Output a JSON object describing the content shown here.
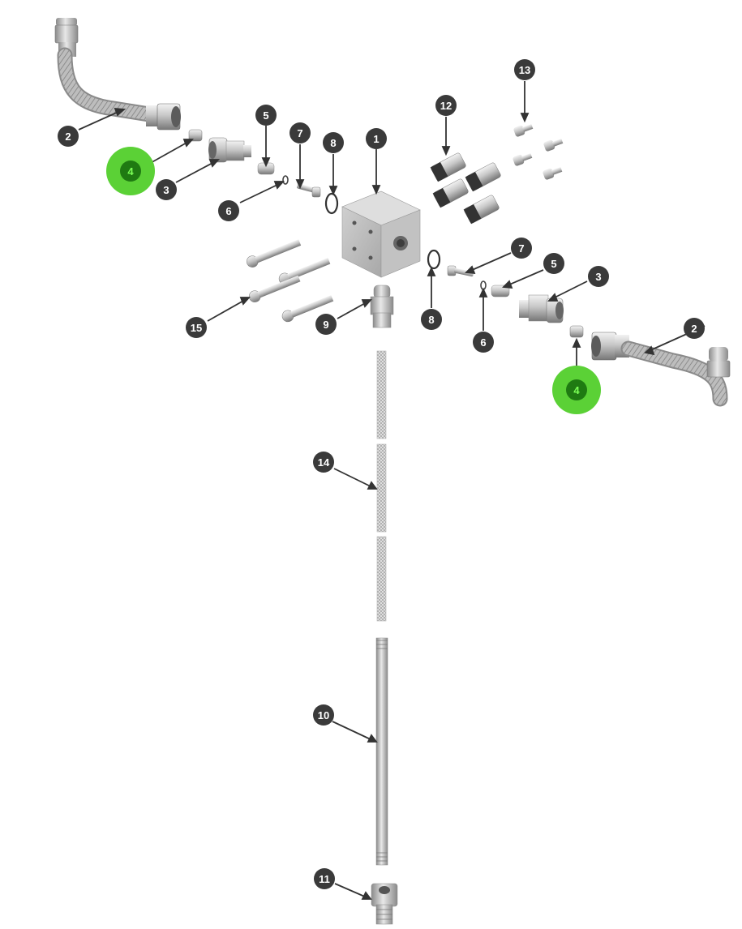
{
  "diagram": {
    "callouts": [
      {
        "id": "c1",
        "label": "1",
        "highlight": false
      },
      {
        "id": "c2a",
        "label": "2",
        "highlight": false
      },
      {
        "id": "c2b",
        "label": "2",
        "highlight": false
      },
      {
        "id": "c3a",
        "label": "3",
        "highlight": false
      },
      {
        "id": "c3b",
        "label": "3",
        "highlight": false
      },
      {
        "id": "c4a",
        "label": "4",
        "highlight": true
      },
      {
        "id": "c4b",
        "label": "4",
        "highlight": true
      },
      {
        "id": "c5a",
        "label": "5",
        "highlight": false
      },
      {
        "id": "c5b",
        "label": "5",
        "highlight": false
      },
      {
        "id": "c6a",
        "label": "6",
        "highlight": false
      },
      {
        "id": "c6b",
        "label": "6",
        "highlight": false
      },
      {
        "id": "c7a",
        "label": "7",
        "highlight": false
      },
      {
        "id": "c7b",
        "label": "7",
        "highlight": false
      },
      {
        "id": "c8a",
        "label": "8",
        "highlight": false
      },
      {
        "id": "c8b",
        "label": "8",
        "highlight": false
      },
      {
        "id": "c9",
        "label": "9",
        "highlight": false
      },
      {
        "id": "c10",
        "label": "10",
        "highlight": false
      },
      {
        "id": "c11",
        "label": "11",
        "highlight": false
      },
      {
        "id": "c12",
        "label": "12",
        "highlight": false
      },
      {
        "id": "c13",
        "label": "13",
        "highlight": false
      },
      {
        "id": "c14",
        "label": "14",
        "highlight": false
      },
      {
        "id": "c15",
        "label": "15",
        "highlight": false
      }
    ],
    "colors": {
      "badge": "#3a3a3a",
      "badge_text": "#ffffff",
      "highlight": "#5bd136",
      "highlight_badge": "#1f7a12",
      "highlight_text": "#7cff57",
      "leader": "#333333",
      "metal_light": "#e6e6e6",
      "metal_mid": "#b9b9b9",
      "metal_dark": "#7b7b7b"
    }
  }
}
